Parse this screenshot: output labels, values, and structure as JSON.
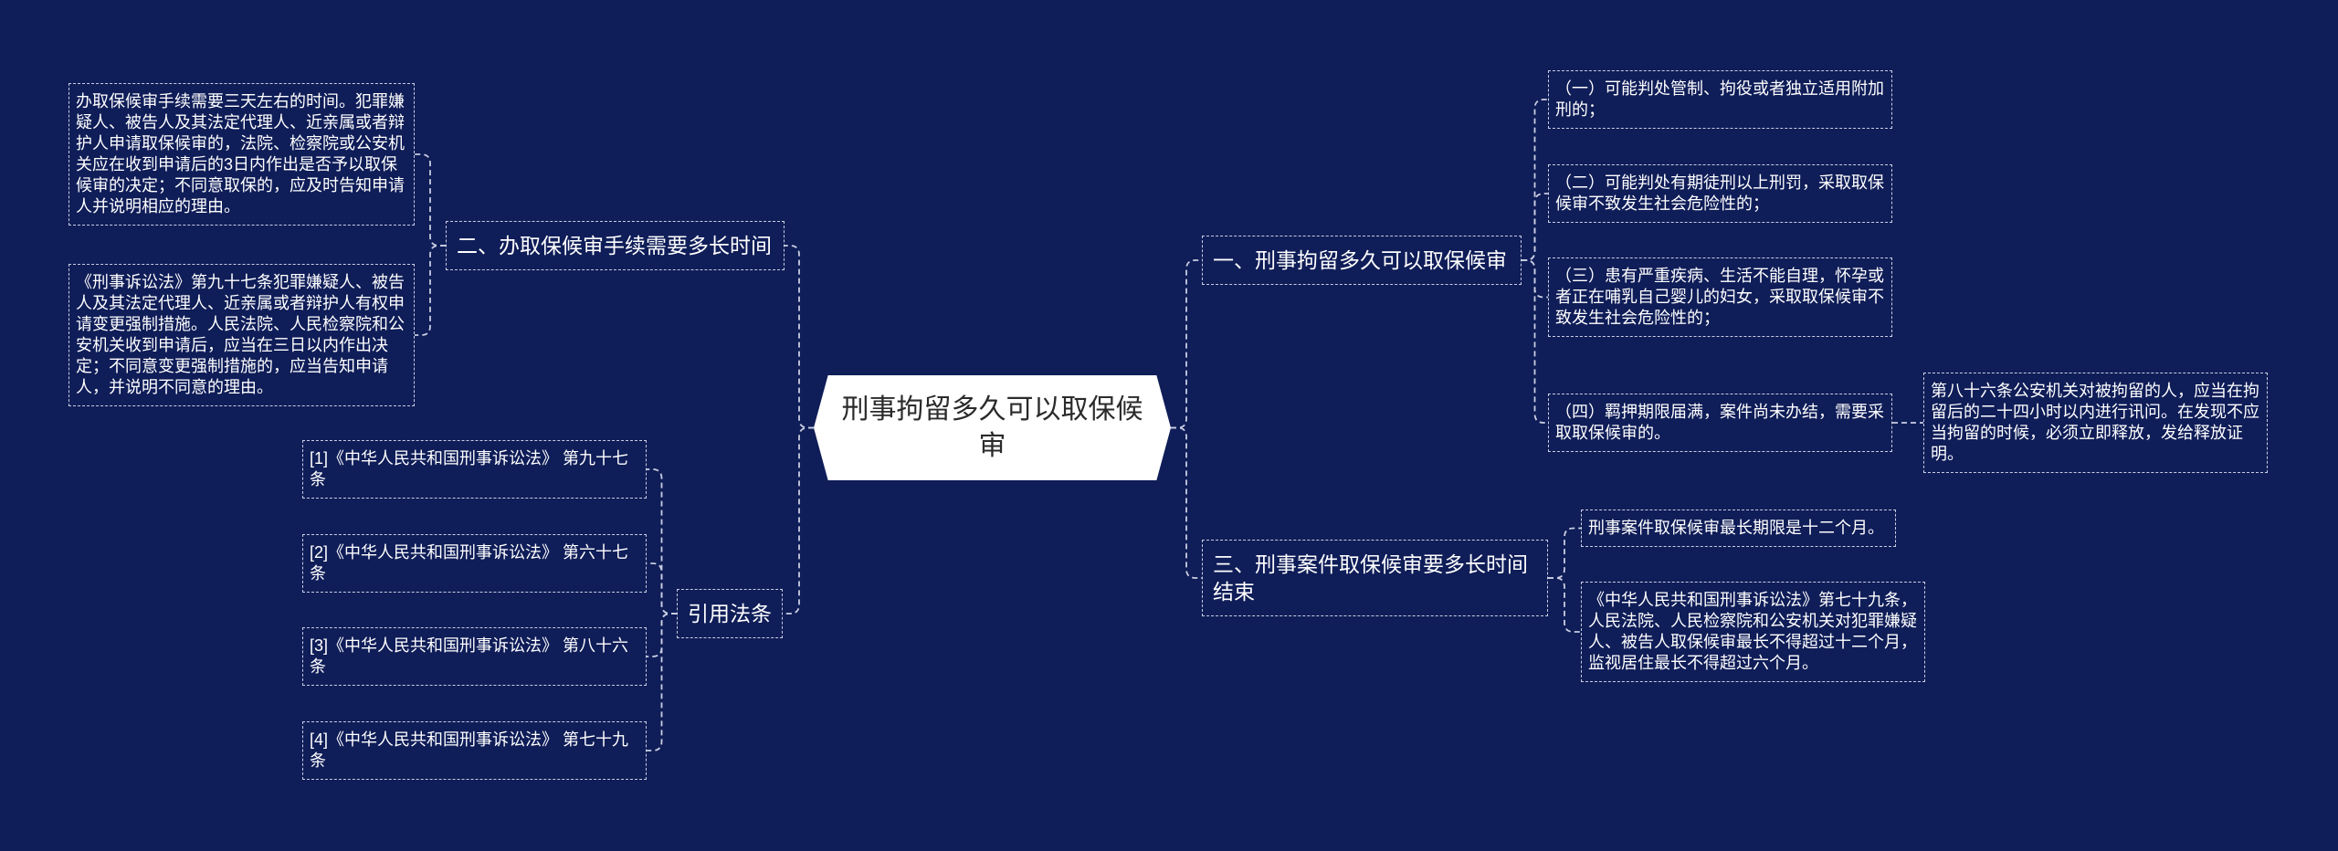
{
  "theme": {
    "background": "#0f1d58",
    "line": "#c9cee2",
    "root_fill": "#ffffff",
    "root_text": "#2b2b2b",
    "text": "#ffffff"
  },
  "mindmap": {
    "root": "刑事拘留多久可以取保候审",
    "right": [
      {
        "label": "一、刑事拘留多久可以取保候审",
        "children": [
          {
            "text": "（一）可能判处管制、拘役或者独立适用附加刑的；"
          },
          {
            "text": "（二）可能判处有期徒刑以上刑罚，采取取保候审不致发生社会危险性的；"
          },
          {
            "text": "（三）患有严重疾病、生活不能自理，怀孕或者正在哺乳自己婴儿的妇女，采取取保候审不致发生社会危险性的；"
          },
          {
            "text": "（四）羁押期限届满，案件尚未办结，需要采取取保候审的。",
            "children": [
              {
                "text": "第八十六条公安机关对被拘留的人，应当在拘留后的二十四小时以内进行讯问。在发现不应当拘留的时候，必须立即释放，发给释放证明。"
              }
            ]
          }
        ]
      },
      {
        "label": "三、刑事案件取保候审要多长时间结束",
        "children": [
          {
            "text": "刑事案件取保候审最长期限是十二个月。"
          },
          {
            "text": "《中华人民共和国刑事诉讼法》第七十九条，人民法院、人民检察院和公安机关对犯罪嫌疑人、被告人取保候审最长不得超过十二个月，监视居住最长不得超过六个月。"
          }
        ]
      }
    ],
    "left": [
      {
        "label": "二、办取保候审手续需要多长时间",
        "children": [
          {
            "text": "办取保候审手续需要三天左右的时间。犯罪嫌疑人、被告人及其法定代理人、近亲属或者辩护人申请取保候审的，法院、检察院或公安机关应在收到申请后的3日内作出是否予以取保候审的决定；不同意取保的，应及时告知申请人并说明相应的理由。"
          },
          {
            "text": "《刑事诉讼法》第九十七条犯罪嫌疑人、被告人及其法定代理人、近亲属或者辩护人有权申请变更强制措施。人民法院、人民检察院和公安机关收到申请后，应当在三日以内作出决定；不同意变更强制措施的，应当告知申请人，并说明不同意的理由。"
          }
        ]
      },
      {
        "label": "引用法条",
        "children": [
          {
            "text": "[1]《中华人民共和国刑事诉讼法》 第九十七条"
          },
          {
            "text": "[2]《中华人民共和国刑事诉讼法》 第六十七条"
          },
          {
            "text": "[3]《中华人民共和国刑事诉讼法》 第八十六条"
          },
          {
            "text": "[4]《中华人民共和国刑事诉讼法》 第七十九条"
          }
        ]
      }
    ]
  }
}
